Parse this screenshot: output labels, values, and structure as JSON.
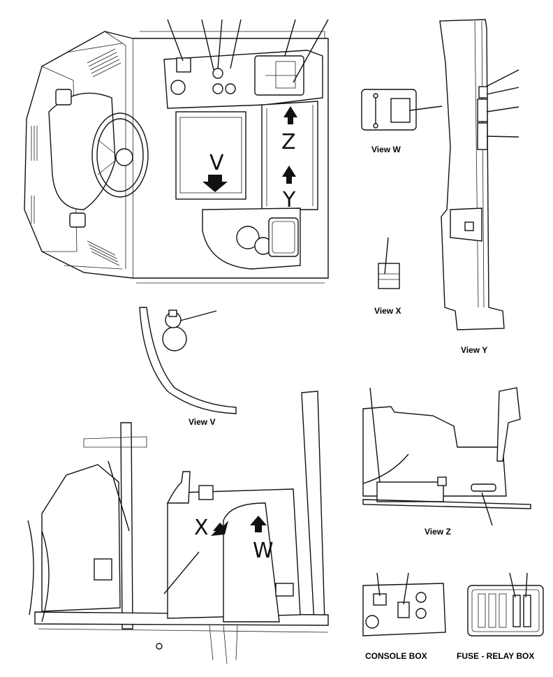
{
  "views": {
    "v": {
      "letter": "V",
      "caption": "View V"
    },
    "w": {
      "letter": "W",
      "caption": "View W"
    },
    "x": {
      "letter": "X",
      "caption": "View X"
    },
    "y": {
      "letter": "Y",
      "caption": "View Y"
    },
    "z": {
      "letter": "Z",
      "caption": "View Z"
    }
  },
  "boxes": {
    "console": "CONSOLE BOX",
    "fuse_relay": "FUSE - RELAY BOX"
  },
  "colors": {
    "line": "#111111",
    "background": "#ffffff"
  }
}
